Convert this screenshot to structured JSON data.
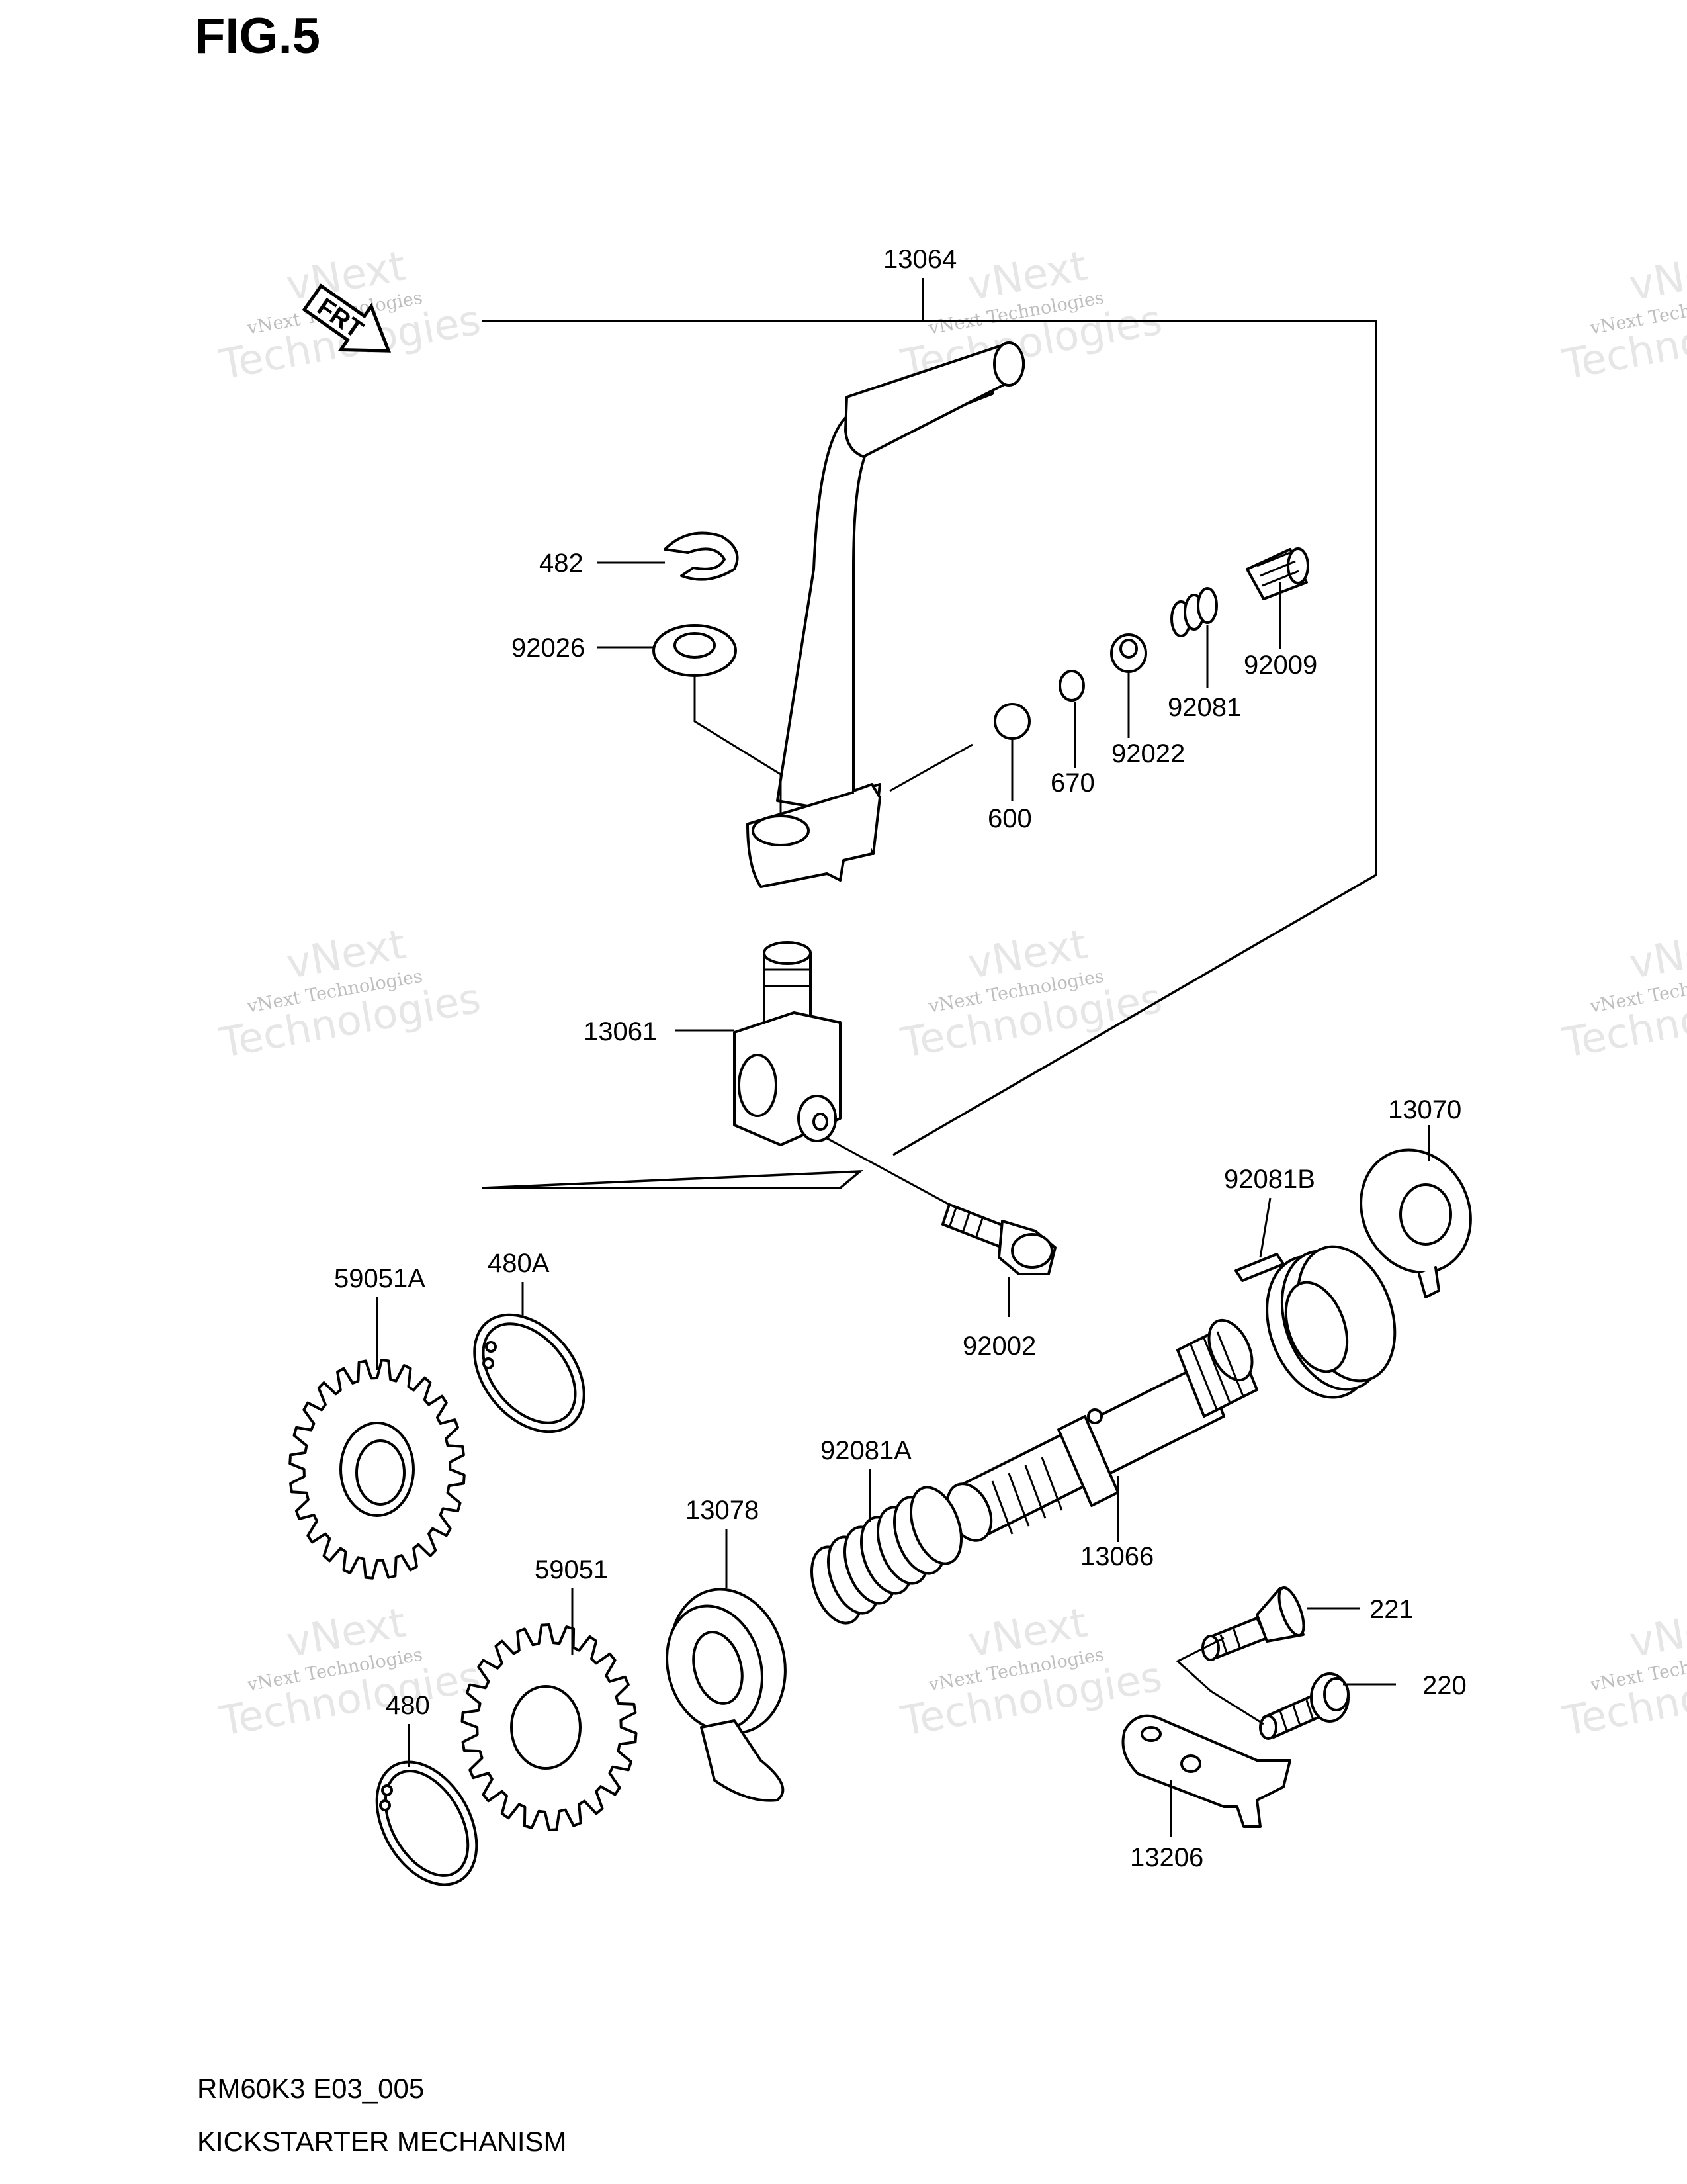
{
  "figure": {
    "title": "FIG.5"
  },
  "footer": {
    "model_code": "RM60K3 E03_005",
    "section_name": "KICKSTARTER MECHANISM"
  },
  "watermark": {
    "line1": "vNext",
    "line2": "vNext Technologies",
    "line3": "Technologies"
  },
  "badge": {
    "label": "FRT"
  },
  "callouts": {
    "p13064": "13064",
    "p482": "482",
    "p92026": "92026",
    "p92009": "92009",
    "p92081": "92081",
    "p92022": "92022",
    "p670": "670",
    "p600": "600",
    "p13061": "13061",
    "p13070": "13070",
    "p92081B": "92081B",
    "p92002": "92002",
    "p59051A": "59051A",
    "p480A": "480A",
    "p92081A": "92081A",
    "p13078": "13078",
    "p13066": "13066",
    "p59051": "59051",
    "p221": "221",
    "p220": "220",
    "p480": "480",
    "p13206": "13206"
  }
}
